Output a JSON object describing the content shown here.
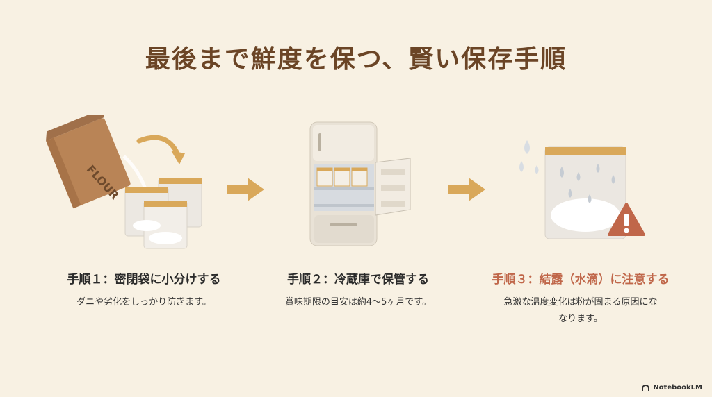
{
  "title": "最後まで鮮度を保つ、賢い保存手順",
  "steps": [
    {
      "label": "手順１：密閉袋に小分けする",
      "desc": "ダニや劣化をしっかり防ぎます。",
      "bag_label": "FLOUR",
      "icon": "flour-bag-with-zip-bags"
    },
    {
      "label": "手順２：冷蔵庫で保管する",
      "desc": "賞味期限の目安は約4〜5ヶ月です。",
      "icon": "open-refrigerator"
    },
    {
      "label": "手順３：結露（水滴）に注意する",
      "desc_line1": "急激な温度変化は粉が固まる原因にな",
      "desc_line2": "なります。",
      "icon": "condensation-warning"
    }
  ],
  "badge": {
    "text": "NotebookLM"
  },
  "colors": {
    "background": "#f8f1e3",
    "title": "#6b4526",
    "arrow": "#d9a85a",
    "warning": "#c0674a",
    "kraft": "#b98456",
    "fridge": "#e9e2d6"
  }
}
